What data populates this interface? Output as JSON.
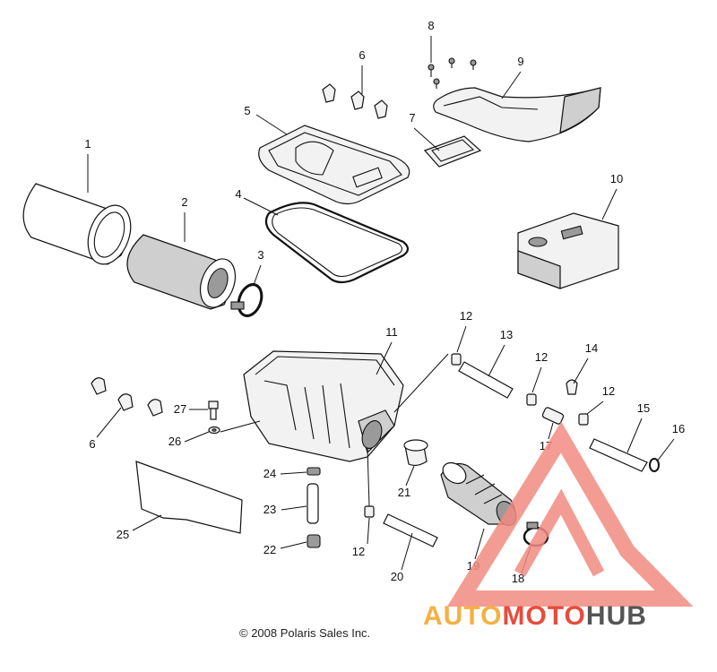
{
  "callouts": {
    "c1": "1",
    "c2": "2",
    "c3": "3",
    "c4": "4",
    "c5": "5",
    "c6a": "6",
    "c6b": "6",
    "c7": "7",
    "c8": "8",
    "c9": "9",
    "c10": "10",
    "c11": "11",
    "c12a": "12",
    "c12b": "12",
    "c12c": "12",
    "c12d": "12",
    "c13": "13",
    "c14": "14",
    "c15": "15",
    "c16": "16",
    "c17": "17",
    "c18": "18",
    "c19": "19",
    "c20": "20",
    "c21": "21",
    "c22": "22",
    "c23": "23",
    "c24": "24",
    "c25": "25",
    "c26": "26",
    "c27": "27"
  },
  "copyright": "© 2008 Polaris Sales Inc.",
  "watermark": {
    "text_part1": "AUTO",
    "text_part2": "MOTO",
    "text_part3": "HUB",
    "color_auto": "#f5b041",
    "color_moto": "#e74c3c",
    "color_hub": "#555555",
    "triangle_color": "#f28b82"
  }
}
